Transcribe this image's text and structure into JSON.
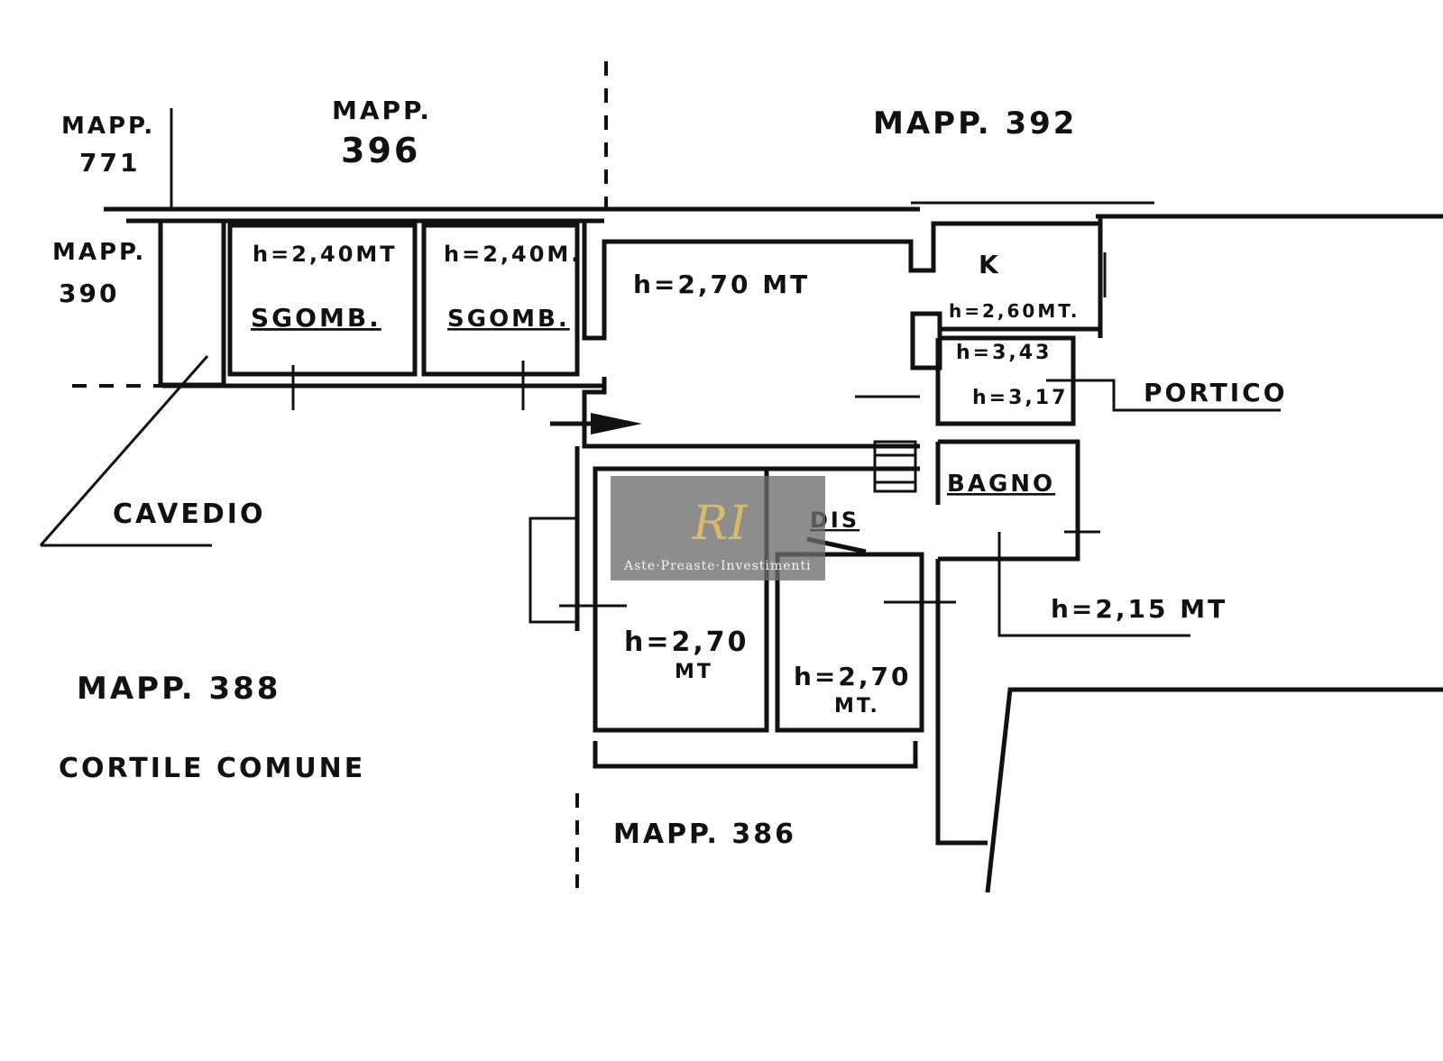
{
  "labels": {
    "mapp_771_a": "MAPP.",
    "mapp_771_b": "771",
    "mapp_396_a": "MAPP.",
    "mapp_396_b": "396",
    "mapp_392": "MAPP.  392",
    "mapp_390_a": "MAPP.",
    "mapp_390_b": "390",
    "h_240_a": "h=2,40MT",
    "h_240_b": "h=2,40M.",
    "sgomb_a": "SGOMB.",
    "sgomb_b": "SGOMB.",
    "h_270_main": "h=2,70 MT",
    "k": "K",
    "h_260": "h=2,60MT.",
    "h_343": "h=3,43",
    "h_317": "h=3,17",
    "portico": "PORTICO",
    "cavedio": "CAVEDIO",
    "bagno": "BAGNO",
    "dis": "DIS",
    "h_215": "h=2,15 MT",
    "h_270_left_a": "h=2,70",
    "h_270_left_b": "MT",
    "h_270_right_a": "h=2,70",
    "h_270_right_b": "MT.",
    "mapp_388": "MAPP.  388",
    "cortile": "CORTILE  COMUNE",
    "mapp_386": "MAPP.  386"
  },
  "watermark": {
    "logo": "RI",
    "text": "Aste·Preaste·Investimenti",
    "color": "#6d6d6d"
  }
}
